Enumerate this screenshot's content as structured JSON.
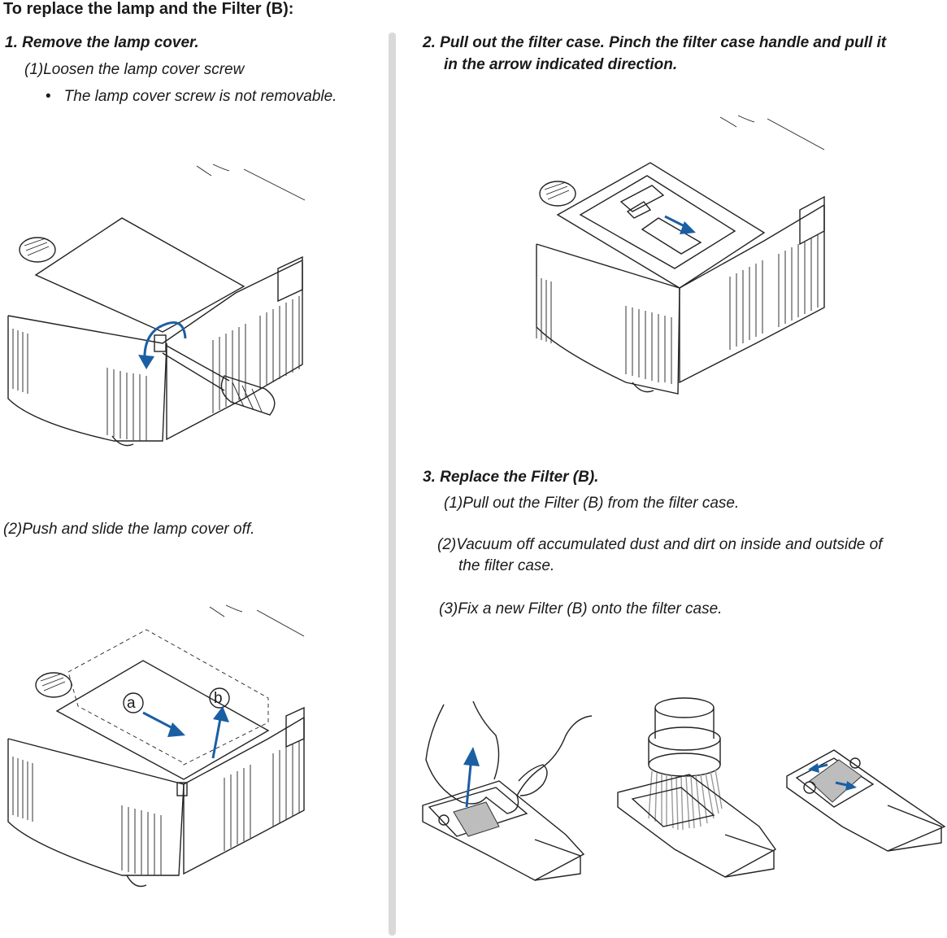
{
  "page": {
    "title": "To replace the lamp and the Filter (B):"
  },
  "left": {
    "step1": {
      "number": "1.",
      "heading": "Remove the lamp cover.",
      "sub1": "(1)Loosen the lamp cover screw",
      "bullet": "•",
      "bullet_text": "The lamp cover screw is not removable.",
      "sub2": "(2)Push and slide the lamp cover off."
    },
    "callouts": {
      "a": "a",
      "b": "b"
    }
  },
  "right": {
    "step2": {
      "number": "2.",
      "heading_line1": "Pull out the filter case. Pinch the filter case handle and pull it",
      "heading_line2": "in the arrow indicated direction."
    },
    "step3": {
      "number": "3.",
      "heading": "Replace the Filter (B).",
      "sub1": "(1)Pull out the Filter (B) from the filter case.",
      "sub2_line1": "(2)Vacuum off accumulated dust and dirt on inside and outside of",
      "sub2_line2": "the filter case.",
      "sub3": "(3)Fix a new Filter (B) onto the filter case."
    }
  },
  "colors": {
    "arrow": "#1a5fa3",
    "divider": "#d9d9d9",
    "filter": "#bdbdbd"
  }
}
